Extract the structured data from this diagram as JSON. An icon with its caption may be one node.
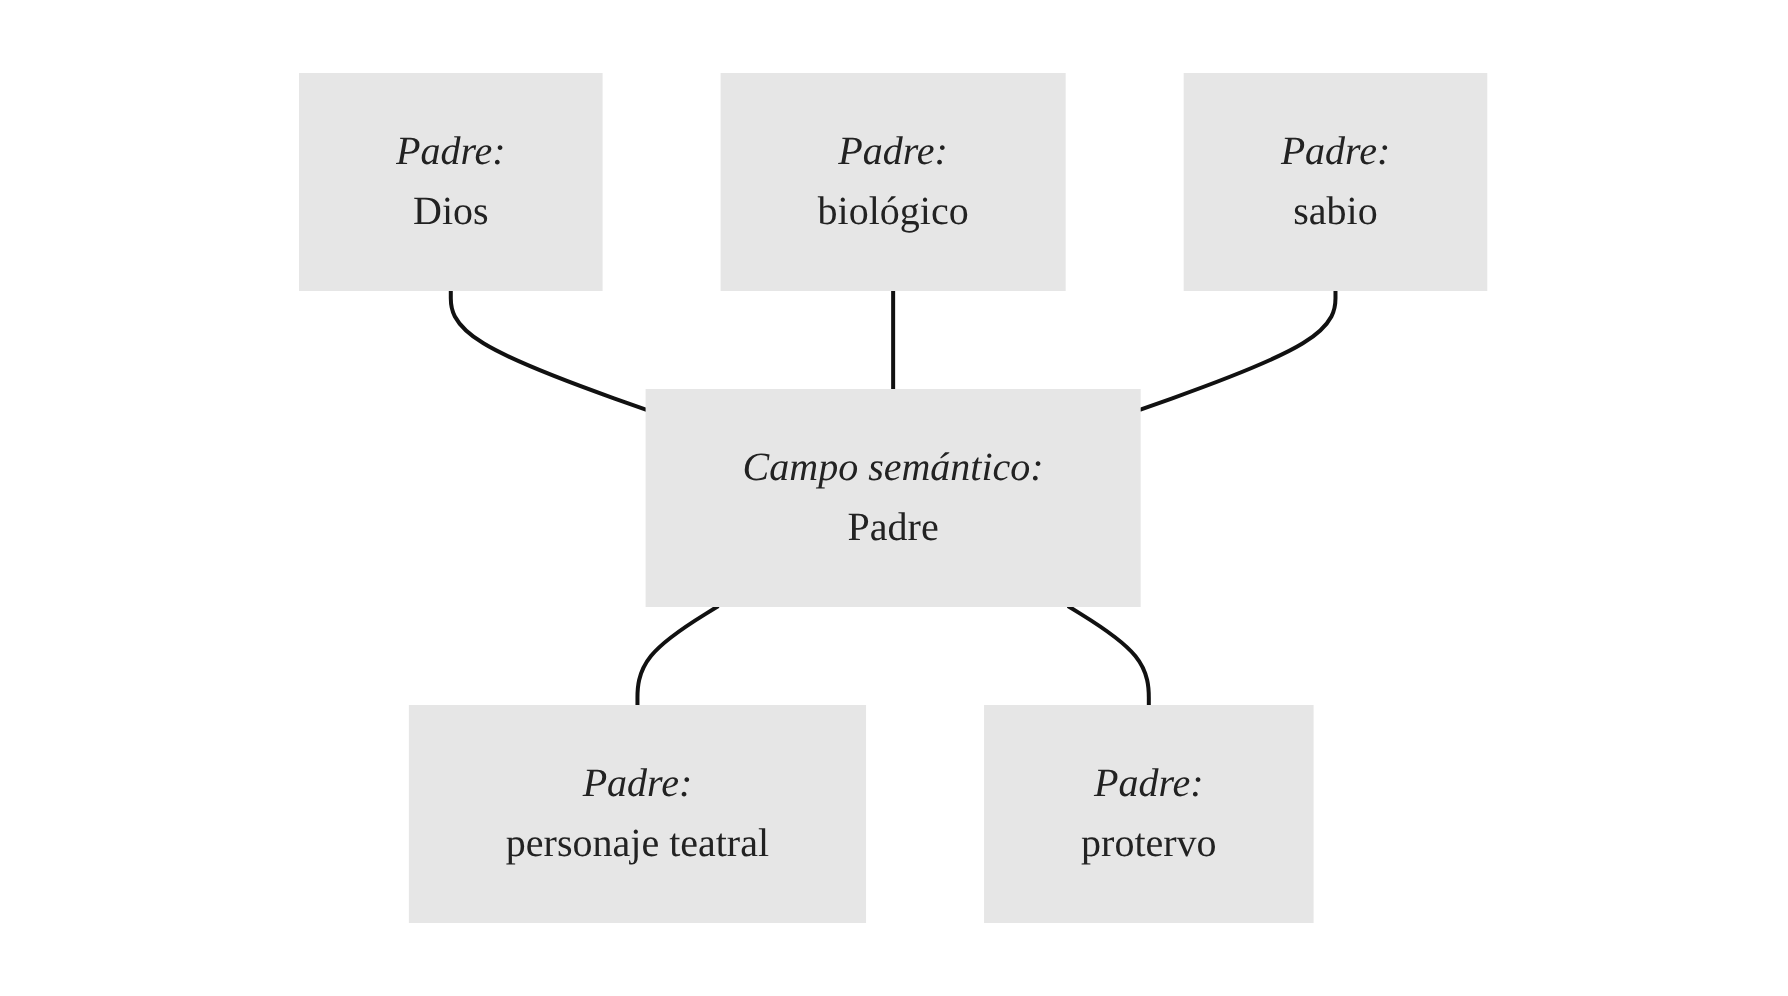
{
  "diagram": {
    "nodes": [
      {
        "text": [
          "Padre:",
          "Dios"
        ]
      },
      {
        "text": [
          "Padre:",
          "biológico"
        ]
      },
      {
        "text": [
          "Padre:",
          "sabio"
        ]
      },
      {
        "text": [
          "Campo semántico:",
          "Padre"
        ]
      },
      {
        "text": [
          "Padre:",
          "personaje teatral"
        ]
      },
      {
        "text": [
          "Padre:",
          "protervo"
        ]
      }
    ],
    "edges": [
      {
        "from": 0,
        "to": 3,
        "arrow": "none"
      },
      {
        "from": 1,
        "to": 3,
        "arrow": "none"
      },
      {
        "from": 2,
        "to": 3,
        "arrow": "none"
      },
      {
        "from": 3,
        "to": 4,
        "arrow": "none"
      },
      {
        "from": 3,
        "to": 5,
        "arrow": "none"
      }
    ]
  }
}
